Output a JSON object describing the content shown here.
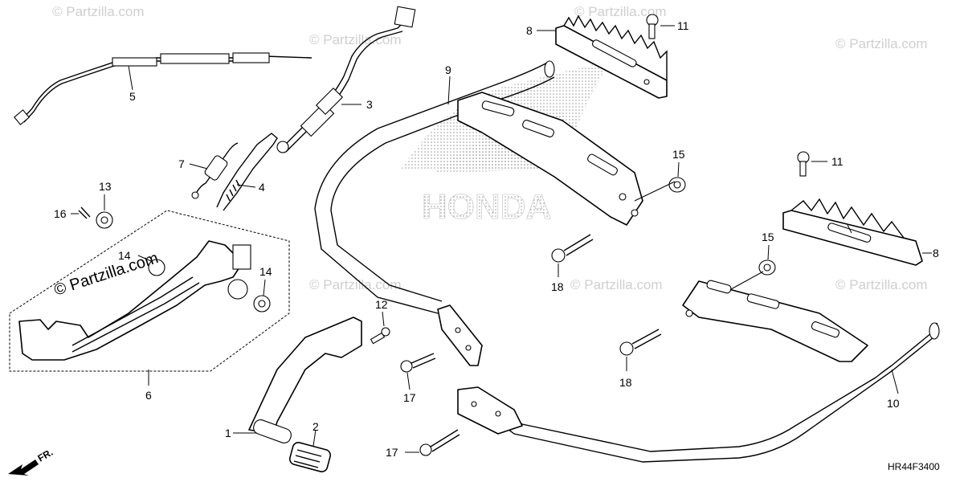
{
  "diagram": {
    "watermark_text": "© Partzilla.com",
    "logo_text": "HONDA",
    "diagram_code": "HR44F3400",
    "front_label": "FR.",
    "callouts": [
      {
        "id": "c1",
        "label": "1"
      },
      {
        "id": "c2",
        "label": "2"
      },
      {
        "id": "c3",
        "label": "3"
      },
      {
        "id": "c4",
        "label": "4"
      },
      {
        "id": "c5",
        "label": "5"
      },
      {
        "id": "c6",
        "label": "6"
      },
      {
        "id": "c7",
        "label": "7"
      },
      {
        "id": "c8a",
        "label": "8"
      },
      {
        "id": "c8b",
        "label": "8"
      },
      {
        "id": "c9",
        "label": "9"
      },
      {
        "id": "c10",
        "label": "10"
      },
      {
        "id": "c11a",
        "label": "11"
      },
      {
        "id": "c11b",
        "label": "11"
      },
      {
        "id": "c12",
        "label": "12"
      },
      {
        "id": "c13",
        "label": "13"
      },
      {
        "id": "c14a",
        "label": "14"
      },
      {
        "id": "c14b",
        "label": "14"
      },
      {
        "id": "c15a",
        "label": "15"
      },
      {
        "id": "c15b",
        "label": "15"
      },
      {
        "id": "c16",
        "label": "16"
      },
      {
        "id": "c17a",
        "label": "17"
      },
      {
        "id": "c17b",
        "label": "17"
      },
      {
        "id": "c18a",
        "label": "18"
      },
      {
        "id": "c18b",
        "label": "18"
      }
    ]
  }
}
